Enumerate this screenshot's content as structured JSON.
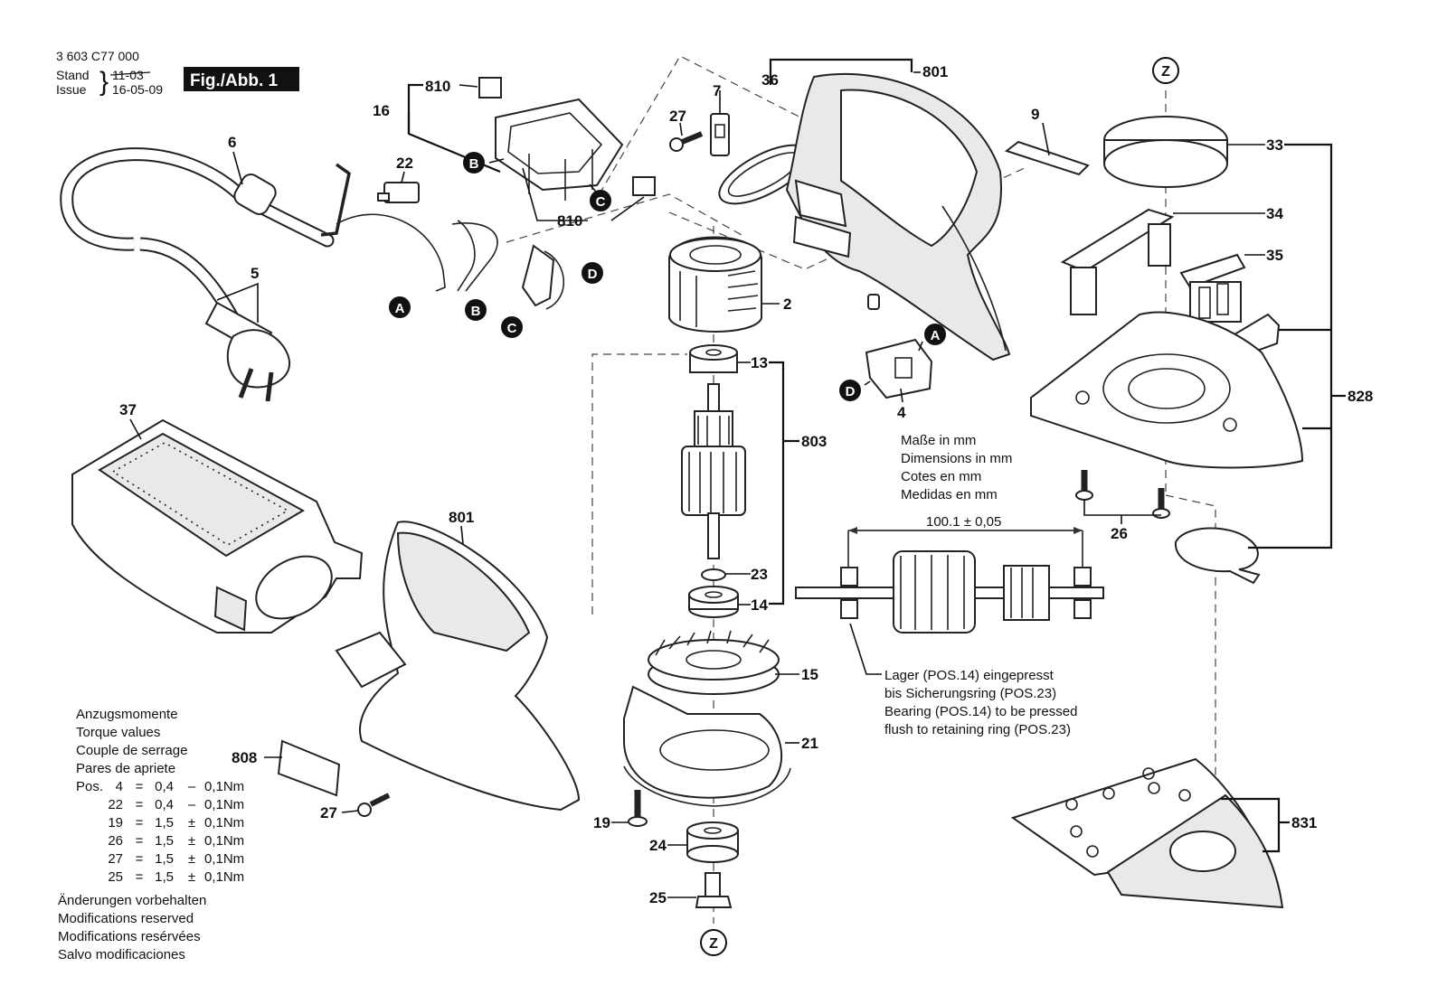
{
  "header": {
    "part_number": "3 603 C77 000",
    "stand_label": "Stand",
    "issue_label": "Issue",
    "stand_value": "11-03",
    "issue_value": "16-05-09",
    "fig_label": "Fig./Abb. 1"
  },
  "units_note": [
    "Maße in mm",
    "Dimensions in mm",
    "Cotes en mm",
    "Medidas en mm"
  ],
  "dimension_label": "100.1 ± 0,05",
  "bearing_note": [
    "Lager (POS.14) eingepresst",
    "bis Sicherungsring (POS.23)",
    "Bearing (POS.14) to be pressed",
    "flush to retaining ring (POS.23)"
  ],
  "torque": {
    "titles": [
      "Anzugsmomente",
      "Torque values",
      "Couple de serrage",
      "Pares de apriete"
    ],
    "pos_label": "Pos.",
    "rows": [
      {
        "pos": "4",
        "eq": "=",
        "value": "0,4",
        "op": "–",
        "tol": "0,1Nm"
      },
      {
        "pos": "22",
        "eq": "=",
        "value": "0,4",
        "op": "–",
        "tol": "0,1Nm"
      },
      {
        "pos": "19",
        "eq": "=",
        "value": "1,5",
        "op": "±",
        "tol": "0,1Nm"
      },
      {
        "pos": "26",
        "eq": "=",
        "value": "1,5",
        "op": "±",
        "tol": "0,1Nm"
      },
      {
        "pos": "27",
        "eq": "=",
        "value": "1,5",
        "op": "±",
        "tol": "0,1Nm"
      },
      {
        "pos": "25",
        "eq": "=",
        "value": "1,5",
        "op": "±",
        "tol": "0,1Nm"
      }
    ]
  },
  "changes_note": [
    "Änderungen vorbehalten",
    "Modifications reserved",
    "Modifications resérvées",
    "Salvo modificaciones"
  ],
  "callouts": {
    "c6": "6",
    "c5": "5",
    "c16": "16",
    "c810a": "810",
    "c810b": "810",
    "c22": "22",
    "c27a": "27",
    "c7": "7",
    "c36": "36",
    "c801a": "801",
    "c9": "9",
    "c2": "2",
    "c13": "13",
    "c803": "803",
    "c23": "23",
    "c14": "14",
    "c15": "15",
    "c21": "21",
    "c19": "19",
    "c24": "24",
    "c25": "25",
    "c4": "4",
    "c37": "37",
    "c801b": "801",
    "c808": "808",
    "c27b": "27",
    "c33": "33",
    "c34": "34",
    "c35": "35",
    "c828": "828",
    "c26": "26",
    "c831": "831"
  },
  "markers": {
    "A1": "A",
    "B1": "B",
    "C1": "C",
    "D1": "D",
    "B2": "B",
    "C2": "C",
    "A2": "A",
    "D2": "D",
    "Z1": "Z",
    "Z2": "Z"
  }
}
